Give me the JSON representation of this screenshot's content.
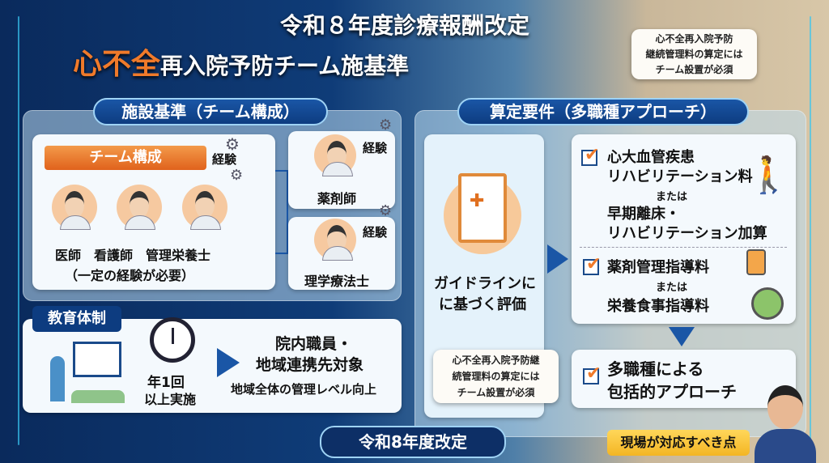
{
  "header": {
    "title": "令和８年度診療報酬改定",
    "subtitle_highlight": "心不全",
    "subtitle_rest": "再入院予防チーム施基準"
  },
  "top_bubble": {
    "lines": [
      "心不全再入院予防",
      "継続管理料の算定には",
      "チーム設置が必須"
    ]
  },
  "left": {
    "header": "施設基準（チーム構成）",
    "team_label": "チーム構成",
    "experience": "経験",
    "members": "医師　看護師　管理栄養士",
    "note": "（一定の経験が必要）",
    "pharmacist": "薬剤師",
    "pt": "理学療法士"
  },
  "education": {
    "label": "教育体制",
    "freq1": "年1回",
    "freq2": "以上実施",
    "target1": "院内職員・",
    "target2": "地域連携先対象",
    "goal": "地域全体の管理レベル向上"
  },
  "right": {
    "header": "算定要件（多職種アプローチ）",
    "guideline1": "ガイドラインに",
    "guideline2": "に基づく評価",
    "item1": [
      "心大血管疾患",
      "リハビリテーション料",
      "または",
      "早期離床・",
      "リハビリテーション加算"
    ],
    "item2": [
      "薬剤管理指導料",
      "または",
      "栄養食事指導料"
    ],
    "item3": [
      "多職種による",
      "包括的アプローチ"
    ],
    "bubble": [
      "心不全再入院予防継",
      "続管理料の算定には",
      "チーム設置が必須"
    ]
  },
  "footer": {
    "revision": "令和8年度改定",
    "points": "現場が対応すべき点"
  },
  "colors": {
    "accent": "#f07a2a",
    "navy": "#0d3c80"
  }
}
